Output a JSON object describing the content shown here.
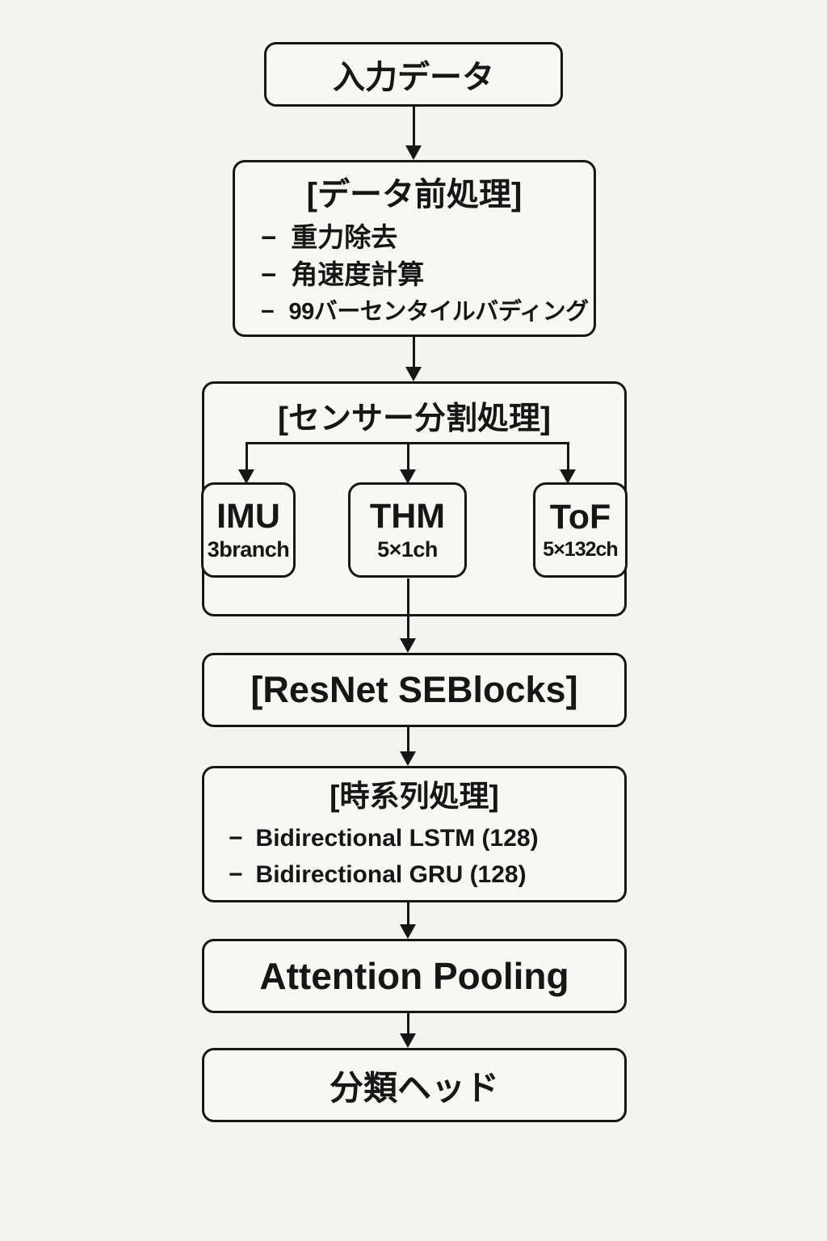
{
  "ui": {
    "dash": "−"
  },
  "colors": {
    "background": "#f4f4f2",
    "box_fill": "#f7f7f5",
    "line": "#161616"
  },
  "nodes": {
    "input": {
      "label": "入力データ"
    },
    "preprocess": {
      "title": "[データ前処理]",
      "items": [
        {
          "text": "重力除去"
        },
        {
          "text": "角速度計算"
        },
        {
          "text": "99バーセンタイルバディング"
        }
      ]
    },
    "sensor_split": {
      "title": "[センサー分割処理]",
      "branches": [
        {
          "name": "IMU",
          "detail": "3branch"
        },
        {
          "name": "THM",
          "detail": "5×1ch"
        },
        {
          "name": "ToF",
          "detail": "5×132ch"
        }
      ]
    },
    "resnet": {
      "label": "[ResNet SEBlocks]"
    },
    "timeseries": {
      "title": "[時系列処理]",
      "items": [
        {
          "text": "Bidirectional LSTM (128)"
        },
        {
          "text": "Bidirectional GRU (128)"
        }
      ]
    },
    "attention": {
      "label": "Attention Pooling"
    },
    "classifier": {
      "label": "分類ヘッド"
    }
  }
}
